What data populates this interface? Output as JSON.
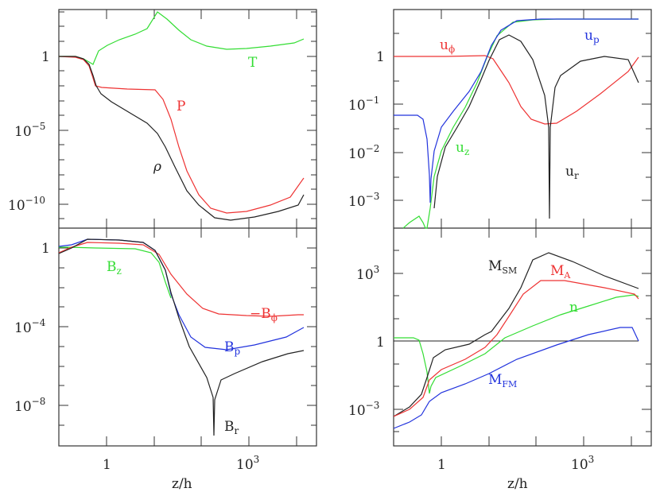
{
  "chart_data": [
    {
      "type": "line",
      "panel": "top-left",
      "xscale": "log",
      "yscale": "log",
      "xlim": [
        0.1,
        25000
      ],
      "ylim": [
        1e-12,
        1000.0
      ],
      "yticks": [
        "1",
        "10^-5",
        "10^-10"
      ],
      "series": [
        {
          "name": "T",
          "color": "#33dd33",
          "points": [
            [
              0.1,
              1
            ],
            [
              0.3,
              0.95
            ],
            [
              0.5,
              0.5
            ],
            [
              3,
              20
            ],
            [
              20,
              200
            ],
            [
              60,
              20
            ],
            [
              300,
              3
            ],
            [
              1000,
              3
            ],
            [
              20000,
              10
            ]
          ]
        },
        {
          "name": "P",
          "color": "#ee3333",
          "points": [
            [
              0.1,
              1
            ],
            [
              0.3,
              0.6
            ],
            [
              0.5,
              0.01
            ],
            [
              1,
              0.005
            ],
            [
              20,
              0.004
            ],
            [
              100,
              1e-05
            ],
            [
              300,
              1e-09
            ],
            [
              1000,
              1e-11
            ],
            [
              20000,
              1e-09
            ]
          ]
        },
        {
          "name": "ρ",
          "color": "#222222",
          "points": [
            [
              0.1,
              1
            ],
            [
              0.3,
              0.8
            ],
            [
              0.5,
              0.01
            ],
            [
              1,
              0.001
            ],
            [
              20,
              1e-05
            ],
            [
              100,
              1e-08
            ],
            [
              500,
              1e-11
            ],
            [
              1000,
              1e-12
            ],
            [
              20000,
              1e-10
            ]
          ]
        }
      ]
    },
    {
      "type": "line",
      "panel": "top-right",
      "xscale": "log",
      "yscale": "log",
      "xlim": [
        0.1,
        25000
      ],
      "ylim": [
        0.0002,
        10
      ],
      "yticks": [
        "1",
        "10^-1",
        "10^-2",
        "10^-3"
      ],
      "series": [
        {
          "name": "u_p",
          "color": "#2233dd"
        },
        {
          "name": "u_φ",
          "color": "#ee3333"
        },
        {
          "name": "u_z",
          "color": "#33dd33"
        },
        {
          "name": "u_r",
          "color": "#222222"
        }
      ]
    },
    {
      "type": "line",
      "panel": "bottom-left",
      "xscale": "log",
      "yscale": "log",
      "xlim": [
        0.1,
        25000
      ],
      "ylim": [
        1e-11,
        10
      ],
      "yticks": [
        "1",
        "10^-4",
        "10^-8"
      ],
      "xticks": [
        "1",
        "10^3"
      ],
      "xlabel": "z/h",
      "series": [
        {
          "name": "B_z",
          "color": "#33dd33"
        },
        {
          "name": "-B_φ",
          "color": "#ee3333"
        },
        {
          "name": "B_p",
          "color": "#2233dd"
        },
        {
          "name": "B_r",
          "color": "#222222"
        }
      ]
    },
    {
      "type": "line",
      "panel": "bottom-right",
      "xscale": "log",
      "yscale": "log",
      "xlim": [
        0.1,
        25000
      ],
      "ylim": [
        1e-05,
        100000.0
      ],
      "yticks": [
        "10^3",
        "1",
        "10^-3"
      ],
      "xticks": [
        "1",
        "10^3"
      ],
      "xlabel": "z/h",
      "series": [
        {
          "name": "M_SM",
          "color": "#222222"
        },
        {
          "name": "M_A",
          "color": "#ee3333"
        },
        {
          "name": "n",
          "color": "#33dd33"
        },
        {
          "name": "M_FM",
          "color": "#2233dd"
        }
      ]
    }
  ],
  "labels": {
    "xlabel": "z/h",
    "tick_1": "1",
    "tick_10": "10",
    "exp_3": "3",
    "exp_m1": "−1",
    "exp_m2": "−2",
    "exp_m3": "−3",
    "exp_m4": "−4",
    "exp_m5": "−5",
    "exp_m8": "−8",
    "exp_m10": "−10",
    "T": "T",
    "P": "P",
    "rho": "ρ",
    "u": "u",
    "phi": "ϕ",
    "p": "p",
    "z": "z",
    "r": "r",
    "B": "B",
    "minusB": "−B",
    "M": "M",
    "SM": "SM",
    "A": "A",
    "FM": "FM",
    "n": "n"
  }
}
